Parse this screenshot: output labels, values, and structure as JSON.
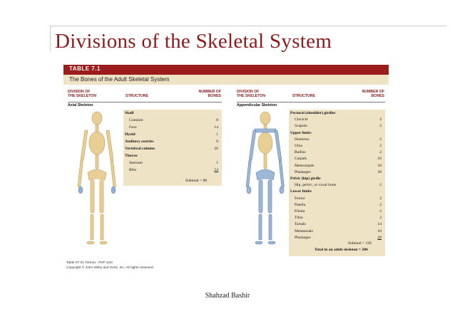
{
  "slide": {
    "title": "Divisions of the Skeletal System",
    "author": "Shahzad Bashir"
  },
  "table": {
    "label": "TABLE 7.1",
    "caption": "The Bones of the Adult Skeletal System",
    "headers": {
      "division": "DIVISION OF THE SKELETON",
      "structure": "STRUCTURE",
      "number": "NUMBER OF BONES"
    },
    "axial": {
      "section": "Axial Skeleton",
      "rows": [
        {
          "name": "Skull",
          "bold": true,
          "value": ""
        },
        {
          "name": "Cranium",
          "bold": false,
          "value": "8"
        },
        {
          "name": "Face",
          "bold": false,
          "value": "14"
        },
        {
          "name": "Hyoid",
          "bold": true,
          "value": "1"
        },
        {
          "name": "Auditory ossicles",
          "bold": true,
          "value": "6"
        },
        {
          "name": "Vertebral column",
          "bold": true,
          "value": "26"
        },
        {
          "name": "Thorax",
          "bold": true,
          "value": ""
        },
        {
          "name": "Sternum",
          "bold": false,
          "value": "1"
        },
        {
          "name": "Ribs",
          "bold": false,
          "value": "24"
        }
      ],
      "subtotal": "Subtotal = 80"
    },
    "appendicular": {
      "section": "Appendicular Skeleton",
      "rows": [
        {
          "name": "Pectoral (shoulder) girdles",
          "bold": true,
          "value": ""
        },
        {
          "name": "Clavicle",
          "bold": false,
          "value": "2"
        },
        {
          "name": "Scapula",
          "bold": false,
          "value": "2"
        },
        {
          "name": "Upper limbs",
          "bold": true,
          "value": ""
        },
        {
          "name": "Humerus",
          "bold": false,
          "value": "2"
        },
        {
          "name": "Ulna",
          "bold": false,
          "value": "2"
        },
        {
          "name": "Radius",
          "bold": false,
          "value": "2"
        },
        {
          "name": "Carpals",
          "bold": false,
          "value": "16"
        },
        {
          "name": "Metacarpals",
          "bold": false,
          "value": "10"
        },
        {
          "name": "Phalanges",
          "bold": false,
          "value": "28"
        },
        {
          "name": "Pelvic (hip) girdle",
          "bold": true,
          "value": ""
        },
        {
          "name": "Hip, pelvic, or coxal bone",
          "bold": false,
          "value": "2"
        },
        {
          "name": "Lower limbs",
          "bold": true,
          "value": ""
        },
        {
          "name": "Femur",
          "bold": false,
          "value": "2"
        },
        {
          "name": "Patella",
          "bold": false,
          "value": "2"
        },
        {
          "name": "Fibula",
          "bold": false,
          "value": "2"
        },
        {
          "name": "Tibia",
          "bold": false,
          "value": "2"
        },
        {
          "name": "Tarsals",
          "bold": false,
          "value": "14"
        },
        {
          "name": "Metatarsals",
          "bold": false,
          "value": "10"
        },
        {
          "name": "Phalanges",
          "bold": false,
          "value": "28"
        }
      ],
      "subtotal": "Subtotal = 126",
      "total": "Total in an adult skeleton = 206"
    },
    "footer": {
      "line1": "Table 07.01  Tortora - PAP 12/e",
      "line2": "Copyright © John Wiley and Sons, Inc. All rights reserved."
    }
  },
  "colors": {
    "title": "#8b1a1a",
    "table_bar": "#9b1c1c",
    "beige": "#efe3c6",
    "axial_bone": "#e9cf94",
    "appendicular_bone": "#9fb7d6"
  },
  "icons": [
    "axial-skeleton-illustration",
    "appendicular-skeleton-illustration"
  ]
}
